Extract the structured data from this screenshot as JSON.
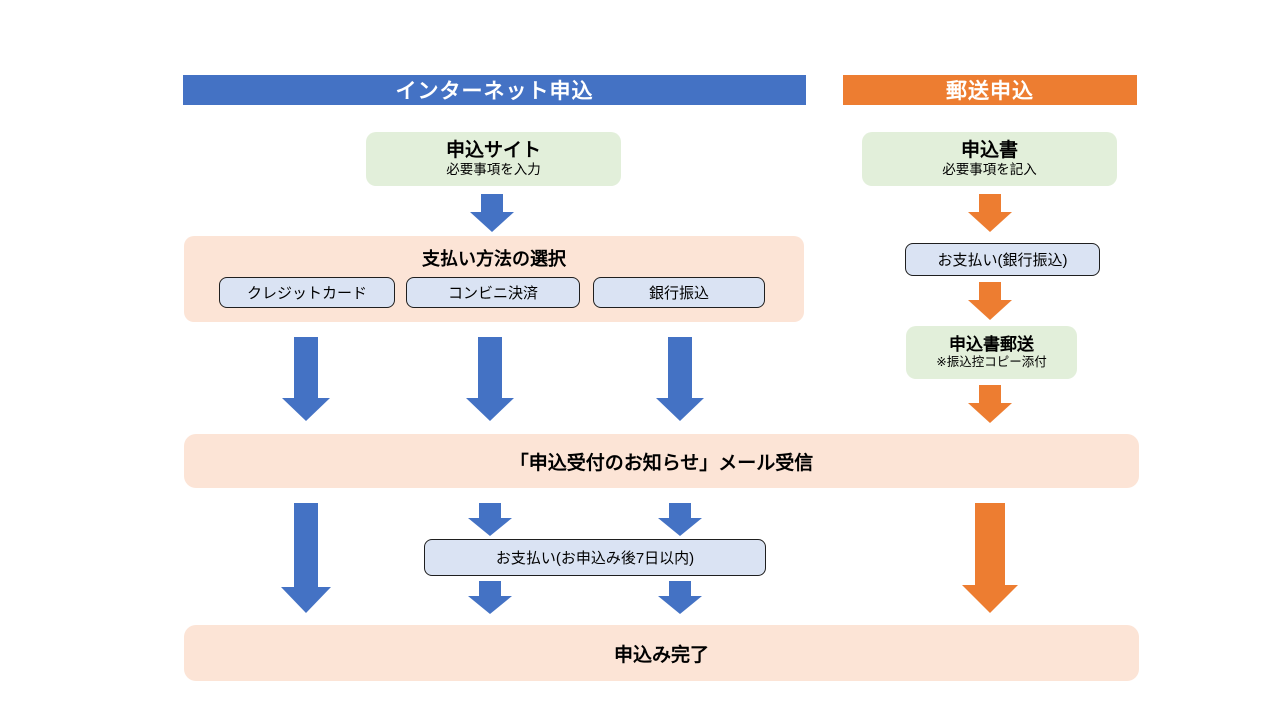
{
  "colors": {
    "header_blue": "#4472C4",
    "header_orange": "#ED7D31",
    "step_green": "#E2EFDA",
    "band_peach": "#FCE4D6",
    "option_blue": "#DAE3F3"
  },
  "headers": {
    "internet": "インターネット申込",
    "mail": "郵送申込"
  },
  "internet_flow": {
    "site": {
      "title": "申込サイト",
      "subtitle": "必要事項を入力"
    },
    "payment_select": {
      "title": "支払い方法の選択",
      "options": [
        "クレジットカード",
        "コンビニ決済",
        "銀行振込"
      ]
    },
    "payment_deadline": "お支払い(お申込み後7日以内)"
  },
  "mail_flow": {
    "form": {
      "title": "申込書",
      "subtitle": "必要事項を記入"
    },
    "payment": "お支払い(銀行振込)",
    "mailing": {
      "title": "申込書郵送",
      "subtitle": "※振込控コピー添付"
    }
  },
  "shared": {
    "notice": "「申込受付のお知らせ」メール受信",
    "complete": "申込み完了"
  }
}
